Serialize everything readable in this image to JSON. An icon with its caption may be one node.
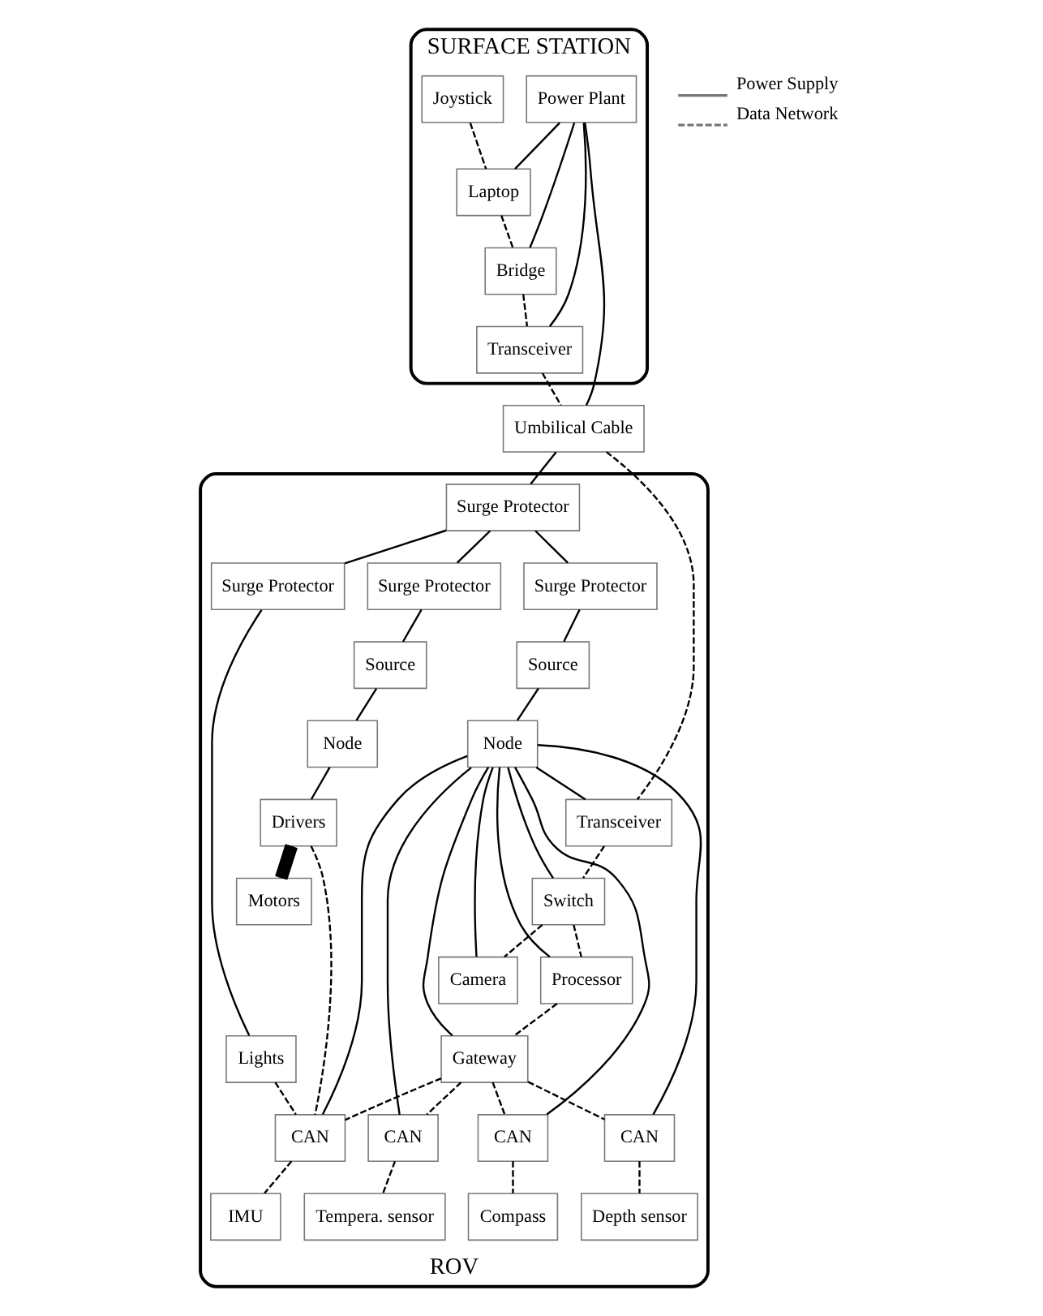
{
  "diagram": {
    "nodes": [
      {
        "text": [
          "SURFACE STATION"
        ]
      },
      {
        "text": [
          "Joystick"
        ],
        "in": 0
      },
      {
        "text": [
          "Laptop"
        ],
        "in": 0
      },
      {
        "text": [
          "Bridge"
        ],
        "in": 0
      },
      {
        "text": [
          "Power Plant"
        ],
        "in": 0
      },
      {
        "text": [
          "Transceiver"
        ],
        "in": 0
      },
      {
        "text": [
          "Umbilical Cable"
        ]
      },
      {
        "text": [
          "ROV"
        ]
      },
      {
        "text": [
          "Surge Protector"
        ],
        "in": 7
      },
      {
        "text": [
          "Surge Protector"
        ],
        "in": 7
      },
      {
        "text": [
          "Surge Protector"
        ],
        "in": 7
      },
      {
        "text": [
          "Surge Protector"
        ],
        "in": 7
      },
      {
        "text": [
          "Transceiver"
        ],
        "in": 7
      },
      {
        "text": [
          "Source"
        ],
        "in": 7
      },
      {
        "text": [
          "Lights"
        ],
        "in": 7
      },
      {
        "text": [
          "Source"
        ],
        "in": 7
      },
      {
        "text": [
          "Switch"
        ],
        "in": 7
      },
      {
        "text": [
          "Camera"
        ],
        "in": 7
      },
      {
        "text": [
          "Node"
        ],
        "in": 7
      },
      {
        "text": [
          "Node"
        ],
        "in": 7
      },
      {
        "text": [
          "Processor"
        ],
        "in": 7
      },
      {
        "text": [
          "Drivers"
        ],
        "in": 7
      },
      {
        "text": [
          "Gateway"
        ],
        "in": 7
      },
      {
        "text": [
          "Motors"
        ],
        "in": 7
      },
      {
        "text": [
          "CAN"
        ],
        "in": 7
      },
      {
        "text": [
          "CAN"
        ],
        "in": 7
      },
      {
        "text": [
          "CAN"
        ],
        "in": 7
      },
      {
        "text": [
          "CAN"
        ],
        "in": 7
      },
      {
        "text": [
          "IMU"
        ],
        "in": 7
      },
      {
        "text": [
          "Compass"
        ],
        "in": 7
      },
      {
        "text": [
          "Depth sensor"
        ],
        "in": 7
      },
      {
        "text": [
          "Tempera. sensor"
        ],
        "in": 7
      }
    ],
    "edges": [
      {
        "from": 1,
        "to": 2,
        "arrow": "none",
        "style": "dashed"
      },
      {
        "from": 2,
        "to": 3,
        "arrow": "none",
        "style": "dashed"
      },
      {
        "from": 3,
        "to": 5,
        "arrow": "none",
        "style": "dashed"
      },
      {
        "from": 4,
        "to": 2,
        "arrow": "none"
      },
      {
        "from": 4,
        "to": 3,
        "arrow": "none"
      },
      {
        "from": 4,
        "to": 5,
        "arrow": "none"
      },
      {
        "from": 4,
        "to": 6,
        "arrow": "none"
      },
      {
        "from": 5,
        "to": 6,
        "arrow": "none",
        "style": "dashed"
      },
      {
        "from": 6,
        "to": 8,
        "arrow": "none"
      },
      {
        "from": 6,
        "to": 12,
        "arrow": "none",
        "style": "dashed"
      },
      {
        "from": 8,
        "to": 9,
        "arrow": "none"
      },
      {
        "from": 8,
        "to": 10,
        "arrow": "none"
      },
      {
        "from": 8,
        "to": 11,
        "arrow": "none"
      },
      {
        "from": 9,
        "to": 13,
        "arrow": "none"
      },
      {
        "from": 10,
        "to": 14,
        "arrow": "none"
      },
      {
        "from": 11,
        "to": 15,
        "arrow": "none"
      },
      {
        "from": 13,
        "to": 18,
        "arrow": "none"
      },
      {
        "from": 15,
        "to": 19,
        "arrow": "none"
      },
      {
        "from": 18,
        "to": 21,
        "arrow": "none"
      },
      {
        "from": 21,
        "to": 23,
        "arrow": "none",
        "style": "thick"
      },
      {
        "from": 21,
        "to": 24,
        "arrow": "none",
        "style": "dashed"
      },
      {
        "from": 14,
        "to": 24,
        "arrow": "none",
        "style": "dashed"
      },
      {
        "from": 19,
        "to": 12,
        "arrow": "none"
      },
      {
        "from": 19,
        "to": 16,
        "arrow": "none"
      },
      {
        "from": 19,
        "to": 20,
        "arrow": "none"
      },
      {
        "from": 19,
        "to": 17,
        "arrow": "none"
      },
      {
        "from": 19,
        "to": 22,
        "arrow": "none"
      },
      {
        "from": 12,
        "to": 16,
        "arrow": "none",
        "style": "dashed"
      },
      {
        "from": 16,
        "to": 17,
        "arrow": "none",
        "style": "dashed"
      },
      {
        "from": 16,
        "to": 20,
        "arrow": "none",
        "style": "dashed"
      },
      {
        "from": 20,
        "to": 22,
        "arrow": "none",
        "style": "dashed"
      },
      {
        "from": 19,
        "to": 24,
        "arrow": "none"
      },
      {
        "from": 19,
        "to": 25,
        "arrow": "none"
      },
      {
        "from": 19,
        "to": 26,
        "arrow": "none"
      },
      {
        "from": 19,
        "to": 27,
        "arrow": "none"
      },
      {
        "from": 22,
        "to": 24,
        "arrow": "none",
        "style": "dashed"
      },
      {
        "from": 22,
        "to": 25,
        "arrow": "none",
        "style": "dashed"
      },
      {
        "from": 22,
        "to": 26,
        "arrow": "none",
        "style": "dashed"
      },
      {
        "from": 22,
        "to": 27,
        "arrow": "none",
        "style": "dashed"
      },
      {
        "from": 24,
        "to": 28,
        "arrow": "none",
        "style": "dashed"
      },
      {
        "from": 25,
        "to": 29,
        "arrow": "none",
        "style": "dashed"
      },
      {
        "from": 26,
        "to": 30,
        "arrow": "none",
        "style": "dashed"
      },
      {
        "from": 27,
        "to": 31,
        "arrow": "none",
        "style": "dashed"
      }
    ],
    "legend": [
      {
        "text": "Power Supply"
      },
      {
        "text": "Data Network"
      }
    ]
  }
}
